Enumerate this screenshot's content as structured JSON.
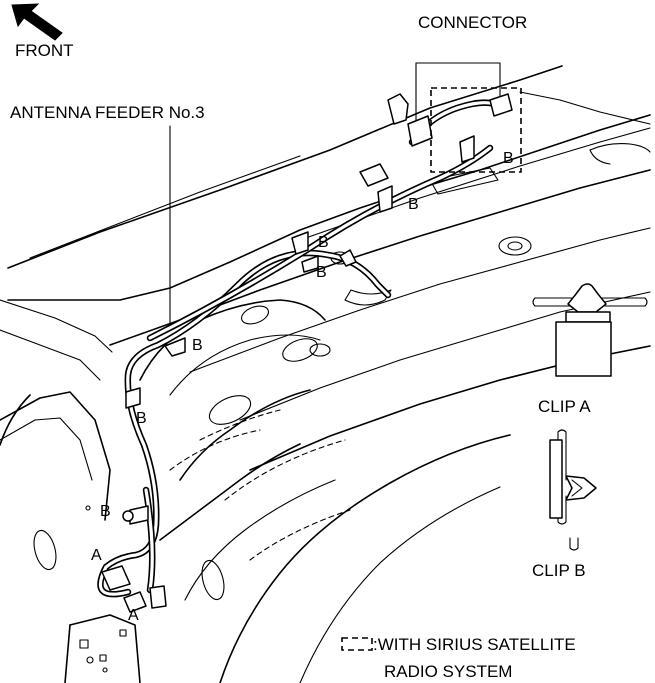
{
  "labels": {
    "front": "FRONT",
    "connector": "CONNECTOR",
    "antenna_feeder": "ANTENNA FEEDER No.3",
    "clip_a": "CLIP A",
    "clip_b": "CLIP B",
    "clip_marker_a": "A",
    "clip_marker_b": "B",
    "legend_line1": ":WITH SIRIUS SATELLITE",
    "legend_line2": "RADIO SYSTEM"
  }
}
